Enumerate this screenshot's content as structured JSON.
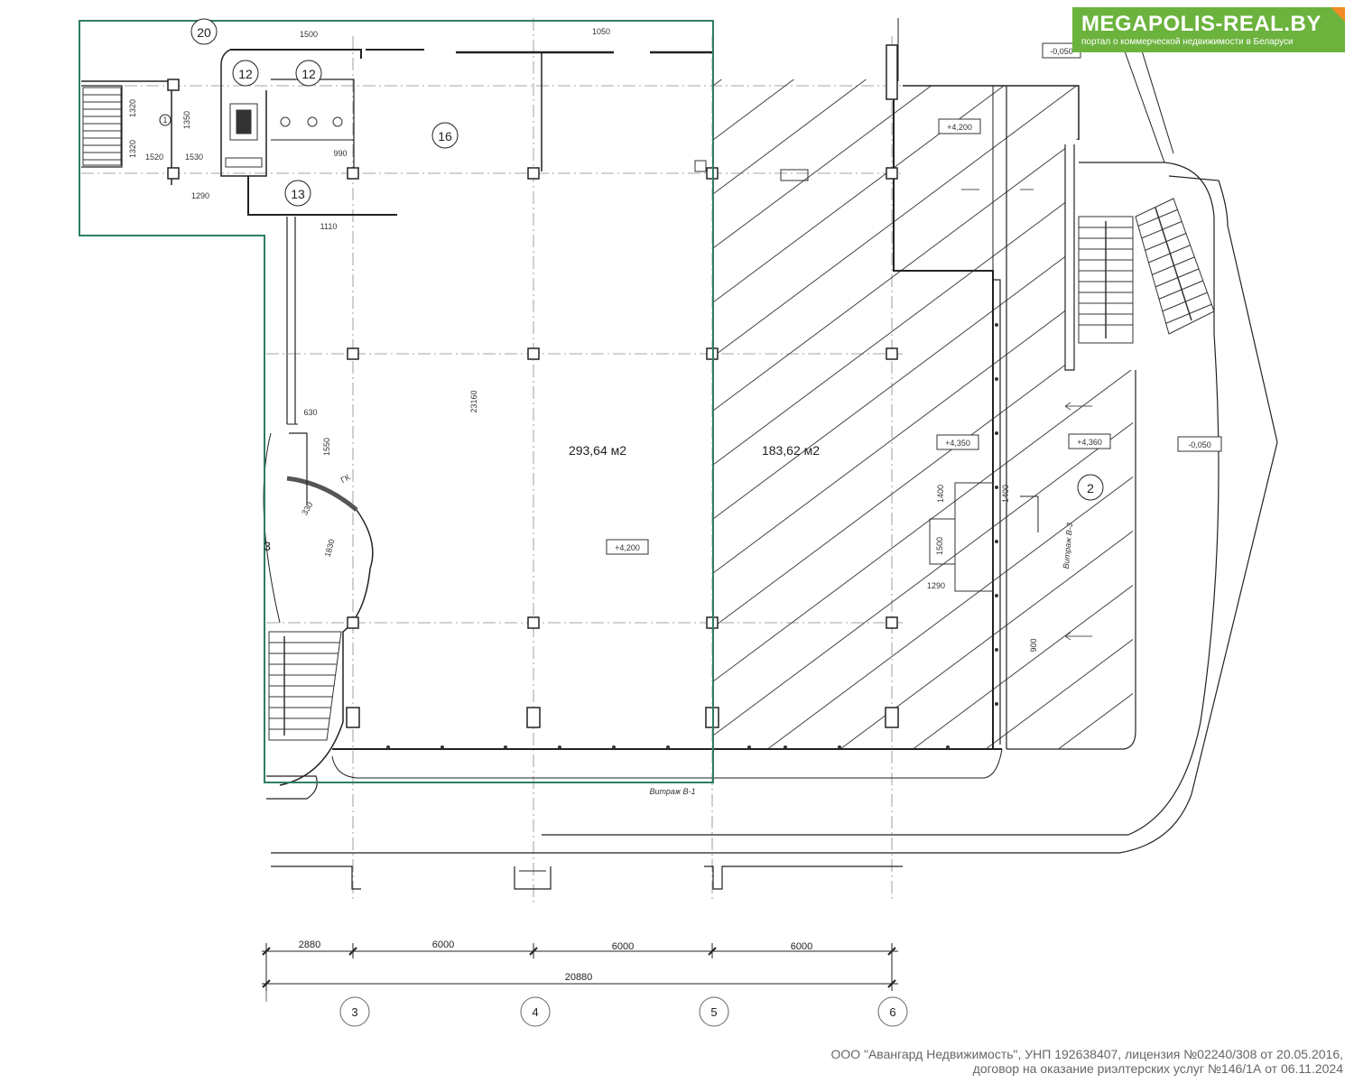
{
  "brand": {
    "name": "MEGAPOLIS-REAL.BY",
    "tagline": "портал о коммерческой недвижимости в Беларуси"
  },
  "footer": {
    "line1": "ООО \"Авангард Недвижимость\", УНП 192638407, лицензия №02240/308 от 20.05.2016,",
    "line2": "договор на оказание риэлтерских услуг №146/1А от 06.11.2024"
  },
  "rooms": {
    "r20": "20",
    "r12a": "12",
    "r12b": "12",
    "r16": "16",
    "r13": "13",
    "r2": "2",
    "r3": "3",
    "r1": "1",
    "area_main": "293,64 м2",
    "area_hatched": "183,62 м2"
  },
  "levels": {
    "l1": "-0,050",
    "l2": "+4,200",
    "l3": "+4,350",
    "l4": "+4,360",
    "l5": "-0,050",
    "l6": "+4,200"
  },
  "dimensions": {
    "d1500": "1500",
    "d1050": "1050",
    "d1320a": "1320",
    "d1350": "1350",
    "d1320b": "1320",
    "d1520": "1520",
    "d1530": "1530",
    "d990": "990",
    "d1290a": "1290",
    "d1110": "1110",
    "d23160": "23160",
    "d630": "630",
    "d1550": "1550",
    "d330": "330",
    "d1830": "1830",
    "d1400a": "1400",
    "d1400b": "1400",
    "d1500b": "1500",
    "d1290b": "1290",
    "d900": "900",
    "gk": "ГК",
    "vitrage_b1": "Витраж В-1",
    "vitrage_b3": "Витраж В-3",
    "bottom": [
      "2880",
      "6000",
      "6000",
      "6000"
    ],
    "total": "20880"
  },
  "axes": [
    "3",
    "4",
    "5",
    "6"
  ],
  "colors": {
    "outline": "#2e7d64",
    "brand_bg": "#6cb33e",
    "brand_flag": "#f08a24",
    "lines": "#333333"
  }
}
